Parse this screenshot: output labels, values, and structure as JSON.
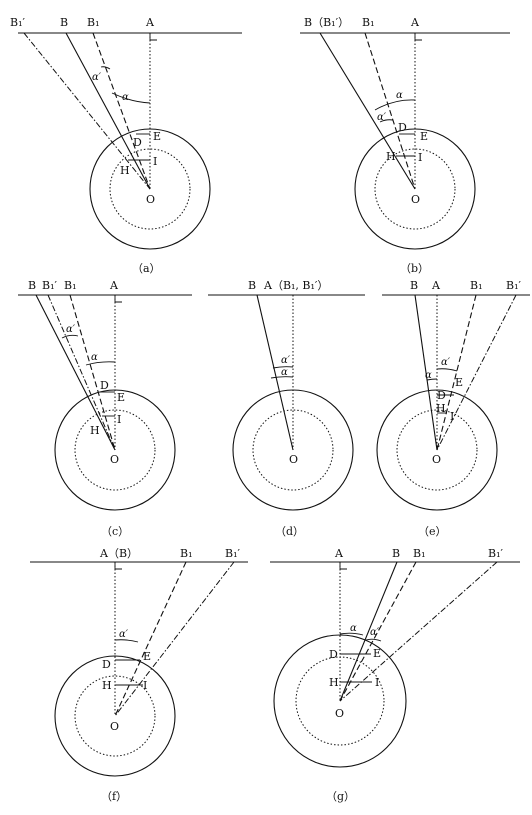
{
  "panels": [
    {
      "id": "a",
      "caption": "（a）",
      "labels": {
        "B1p": "B₁′",
        "B": "B",
        "B1": "B₁",
        "A": "A",
        "alpha_p": "α′",
        "alpha": "α",
        "D": "D",
        "E": "E",
        "H": "H",
        "I": "I",
        "O": "O"
      }
    },
    {
      "id": "b",
      "caption": "（b）",
      "labels": {
        "B": "B（B₁′）",
        "B1": "B₁",
        "A": "A",
        "alpha_p": "α′",
        "alpha": "α",
        "D": "D",
        "E": "E",
        "H": "H",
        "I": "I",
        "O": "O"
      }
    },
    {
      "id": "c",
      "caption": "（c）",
      "labels": {
        "B": "B",
        "B1p": "B₁′",
        "B1": "B₁",
        "A": "A",
        "alpha_p": "α′",
        "alpha": "α",
        "D": "D",
        "E": "E",
        "H": "H",
        "I": "I",
        "O": "O"
      }
    },
    {
      "id": "d",
      "caption": "（d）",
      "labels": {
        "B": "B",
        "A": "A（B₁, B₁′）",
        "alpha_p": "α′",
        "alpha": "α",
        "O": "O"
      }
    },
    {
      "id": "e",
      "caption": "（e）",
      "labels": {
        "B": "B",
        "A": "A",
        "B1": "B₁",
        "B1p": "B₁′",
        "alpha_p": "α′",
        "alpha": "α",
        "D": "D",
        "E": "E",
        "H": "H",
        "I": "I",
        "O": "O"
      }
    },
    {
      "id": "f",
      "caption": "（f）",
      "labels": {
        "A": "A（B）",
        "B1": "B₁",
        "B1p": "B₁′",
        "alpha_p": "α′",
        "D": "D",
        "E": "E",
        "H": "H",
        "I": "I",
        "O": "O"
      }
    },
    {
      "id": "g",
      "caption": "（g）",
      "labels": {
        "A": "A",
        "B": "B",
        "B1": "B₁",
        "B1p": "B₁′",
        "alpha": "α",
        "alpha_p": "α′",
        "D": "D",
        "E": "E",
        "H": "H",
        "I": "I",
        "O": "O"
      }
    }
  ]
}
